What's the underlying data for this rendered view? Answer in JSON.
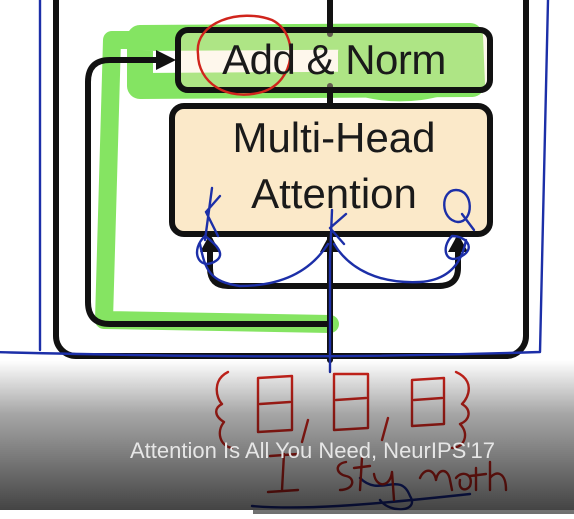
{
  "diagram": {
    "add_norm_label": "Add & Norm",
    "mha_label_line1": "Multi-Head",
    "mha_label_line2": "Attention"
  },
  "video": {
    "caption": "Attention Is All You Need, NeurIPS'17",
    "progress": 0.44
  },
  "colors": {
    "box_fill": "#fbe9c9",
    "box_border": "#111111",
    "highlighter": "#7ee35a",
    "pen_blue": "#1c2fa8",
    "pen_red": "#d0241c",
    "overlay": "#3a3a3a"
  },
  "icons": [
    "circle-annotation",
    "scribble-annotation"
  ]
}
